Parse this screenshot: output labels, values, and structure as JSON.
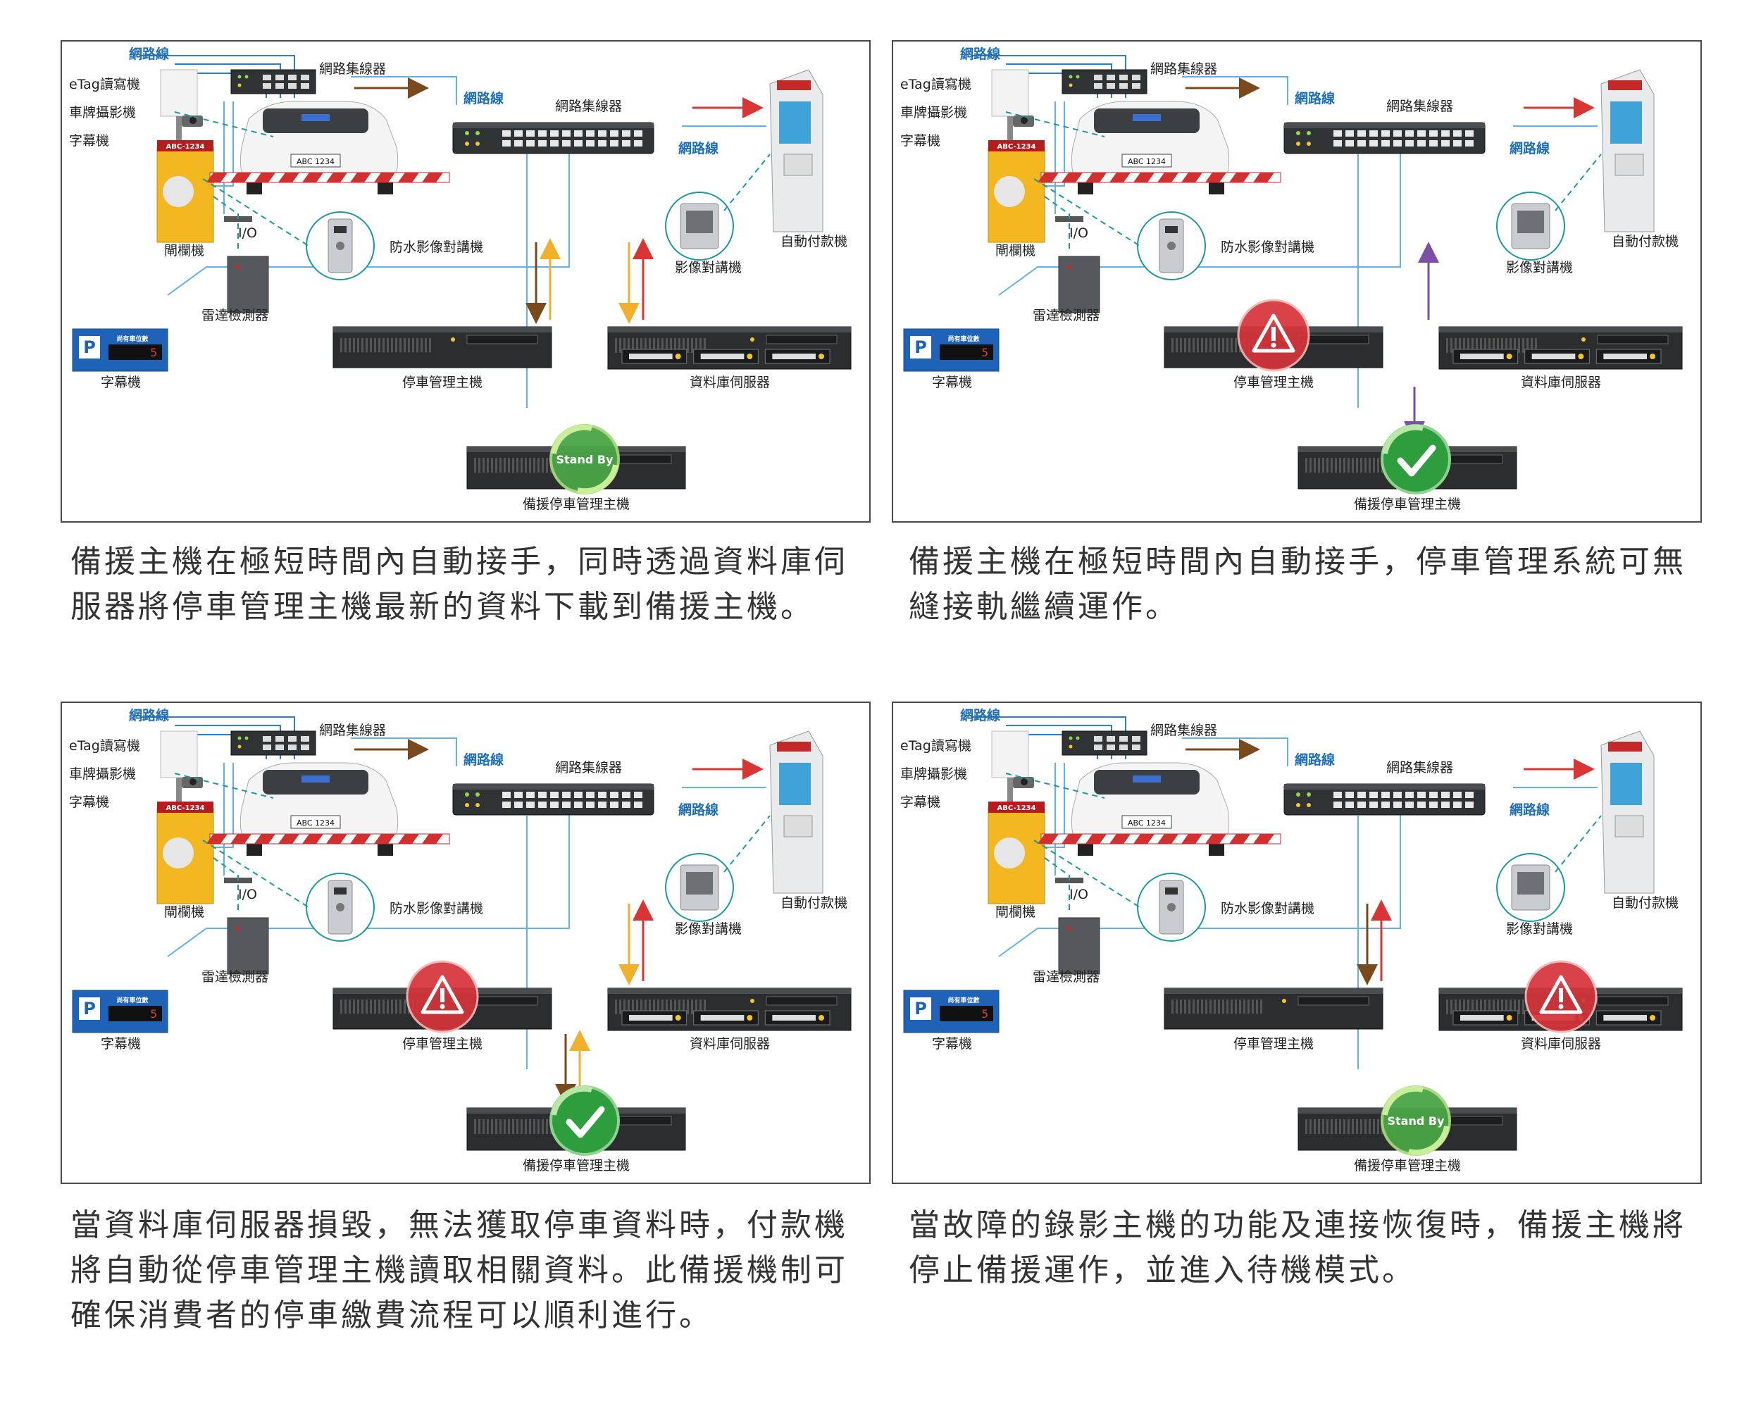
{
  "labels": {
    "network_cable": "網路線",
    "network_hub": "網路集線器",
    "etag_reader": "eTag讀寫機",
    "plate_camera": "車牌攝影機",
    "display": "字幕機",
    "gate": "閘欄機",
    "io": "I/O",
    "radar": "雷達檢測器",
    "waterproof_intercom": "防水影像對講機",
    "video_intercom": "影像對講機",
    "kiosk": "自動付款機",
    "parking_host": "停車管理主機",
    "db_server": "資料庫伺服器",
    "backup_host": "備援停車管理主機",
    "bottom_display": "字幕機",
    "standby": "Stand By",
    "plate_text": "ABC-1234",
    "car_plate": "ABC 1234",
    "remaining_label": "尚有車位數",
    "remaining_value": "5",
    "p_sign": "P"
  },
  "panels": [
    {
      "caption": "備援主機在極短時間內自動接手，同時透過資料庫伺服器將停車管理主機最新的資料下載到備援主機。",
      "parking_status": "normal",
      "db_status": "normal",
      "backup_status": "standby"
    },
    {
      "caption": "備援主機在極短時間內自動接手，停車管理系統可無縫接軌繼續運作。",
      "parking_status": "alert",
      "db_status": "normal",
      "backup_status": "active"
    },
    {
      "caption": "當資料庫伺服器損毀，無法獲取停車資料時，付款機將自動從停車管理主機讀取相關資料。此備援機制可確保消費者的停車繳費流程可以順利進行。",
      "parking_status": "alert",
      "db_status": "normal",
      "backup_status": "active"
    },
    {
      "caption": "當故障的錄影主機的功能及連接恢復時，備援主機將停止備援運作，並進入待機模式。",
      "parking_status": "normal",
      "db_status": "alert",
      "backup_status": "standby"
    }
  ],
  "colors": {
    "network": "#2a7fc8",
    "alert": "#d6333a",
    "ok": "#2e9d3e",
    "gate": "#f3b81f"
  }
}
